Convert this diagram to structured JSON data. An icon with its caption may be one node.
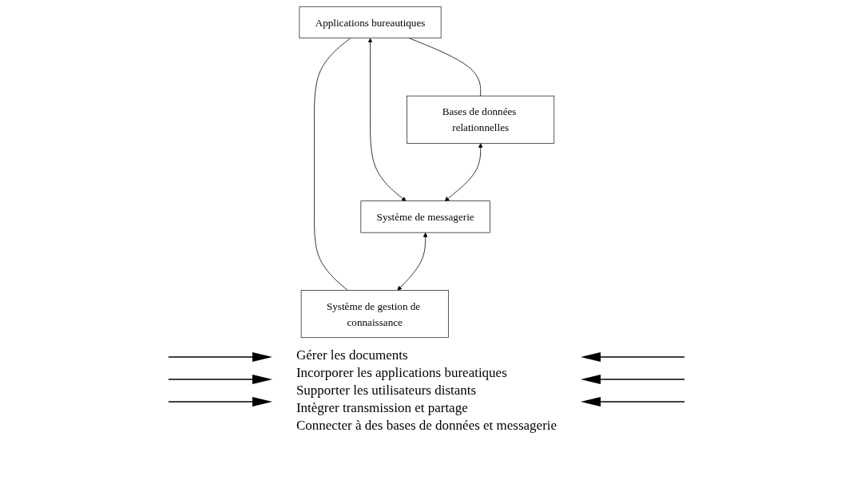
{
  "diagram": {
    "nodes": [
      {
        "text": [
          "Applications bureautiques"
        ]
      },
      {
        "text": [
          "Bases de données relationnelles"
        ]
      },
      {
        "text": [
          "Système de messagerie"
        ]
      },
      {
        "text": [
          "Système de gestion de connaissance"
        ]
      }
    ],
    "edges": [
      {
        "from": 0,
        "to": 1,
        "arrow": "none"
      },
      {
        "from": 0,
        "to": 2,
        "arrow": "both"
      },
      {
        "from": 0,
        "to": 3,
        "arrow": "none"
      },
      {
        "from": 1,
        "to": 2,
        "arrow": "both"
      },
      {
        "from": 2,
        "to": 3,
        "arrow": "both"
      }
    ],
    "labels": [
      "Gérer les documents",
      "Incorporer les applications bureatiques",
      "Supporter les utilisateurs distants",
      "Intègrer transmission et partage",
      "Connecter à des bases de données et messagerie"
    ]
  }
}
